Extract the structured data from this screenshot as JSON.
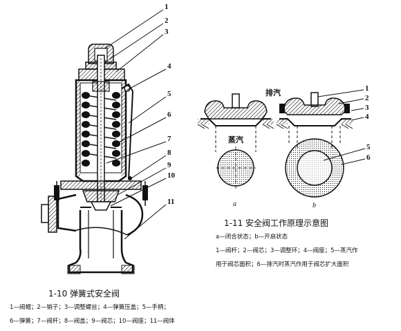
{
  "figure_left": {
    "callouts": [
      "1",
      "2",
      "3",
      "4",
      "5",
      "6",
      "7",
      "8",
      "9",
      "10",
      "11"
    ],
    "caption": "1-10 弹簧式安全阀",
    "legend_line1": "1—阀帽；2—销子；3—调整螺丝；4—弹簧压盖；5—手柄；",
    "legend_line2": "6—弹簧；7—阀杆；8—阀盖；9—阀芯；10—阀座；11—阀体"
  },
  "figure_right": {
    "callouts": [
      "1",
      "2",
      "3",
      "4",
      "5",
      "6"
    ],
    "label_exhaust": "排汽",
    "label_steam": "蒸汽",
    "sub_a": "a",
    "sub_b": "b",
    "caption": "1-11  安全阀工作原理示意图",
    "subcaption": "a—闭合状态；b—开启状态",
    "legend_line1": "1—阀杆；2—阀芯；3—调整环；4—阀座；5—蒸汽作",
    "legend_line2": "用于阀芯面积；6—排汽时蒸汽作用于阀芯扩大面积"
  }
}
